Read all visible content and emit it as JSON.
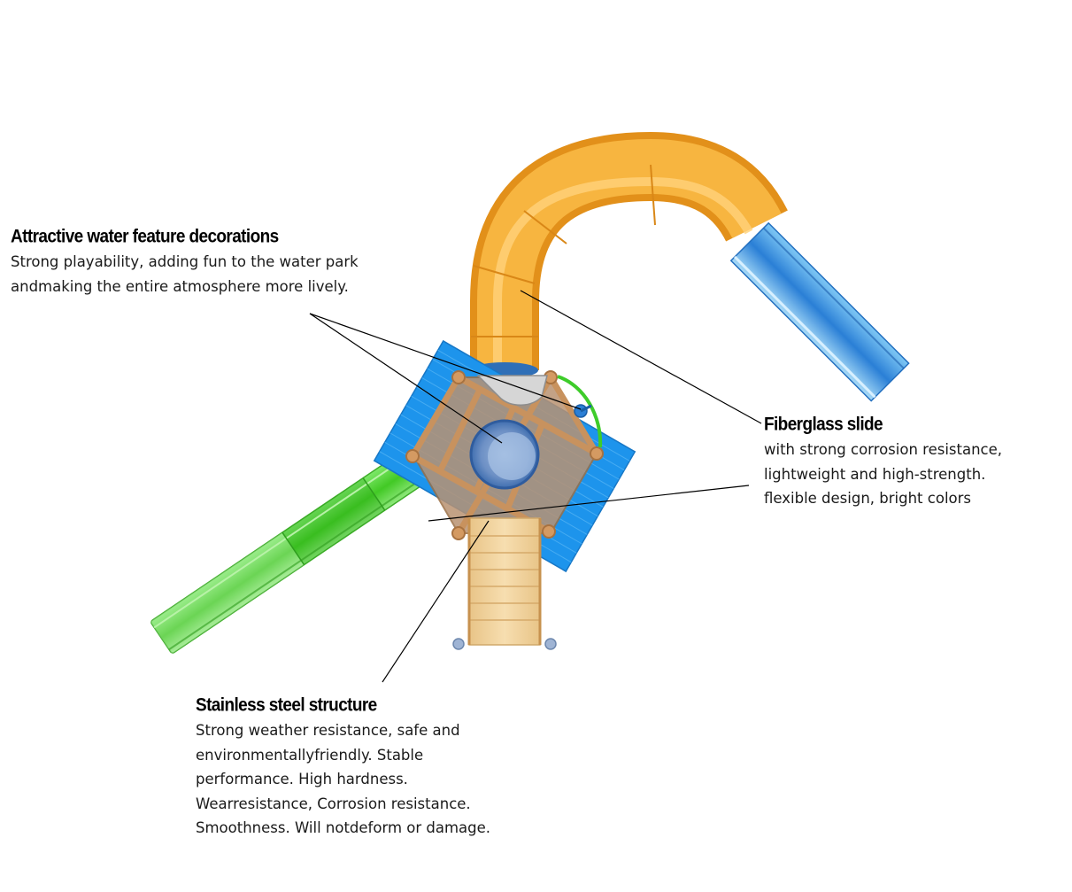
{
  "callouts": {
    "decorations": {
      "title": "Attractive water feature decorations",
      "lines": [
        "Strong playability, adding fun to the water park",
        "andmaking the entire atmosphere more lively."
      ]
    },
    "slide": {
      "title": "Fiberglass slide",
      "lines": [
        "with strong corrosion resistance,",
        "lightweight and high-strength.",
        "flexible design, bright colors"
      ]
    },
    "structure": {
      "title": "Stainless steel structure",
      "lines": [
        "Strong weather resistance, safe and",
        "environmentallyfriendly. Stable",
        "performance. High hardness.",
        "Wearresistance, Corrosion resistance.",
        "Smoothness. Will notdeform or damage."
      ]
    }
  },
  "colors": {
    "orange_slide": "#f5a623",
    "blue_slide": "#2e86de",
    "green_slide": "#55d23a",
    "deck_blue": "#1e96ee",
    "wood": "#f2cf94",
    "frame": "#c8925e",
    "leader_line": "#000000"
  }
}
